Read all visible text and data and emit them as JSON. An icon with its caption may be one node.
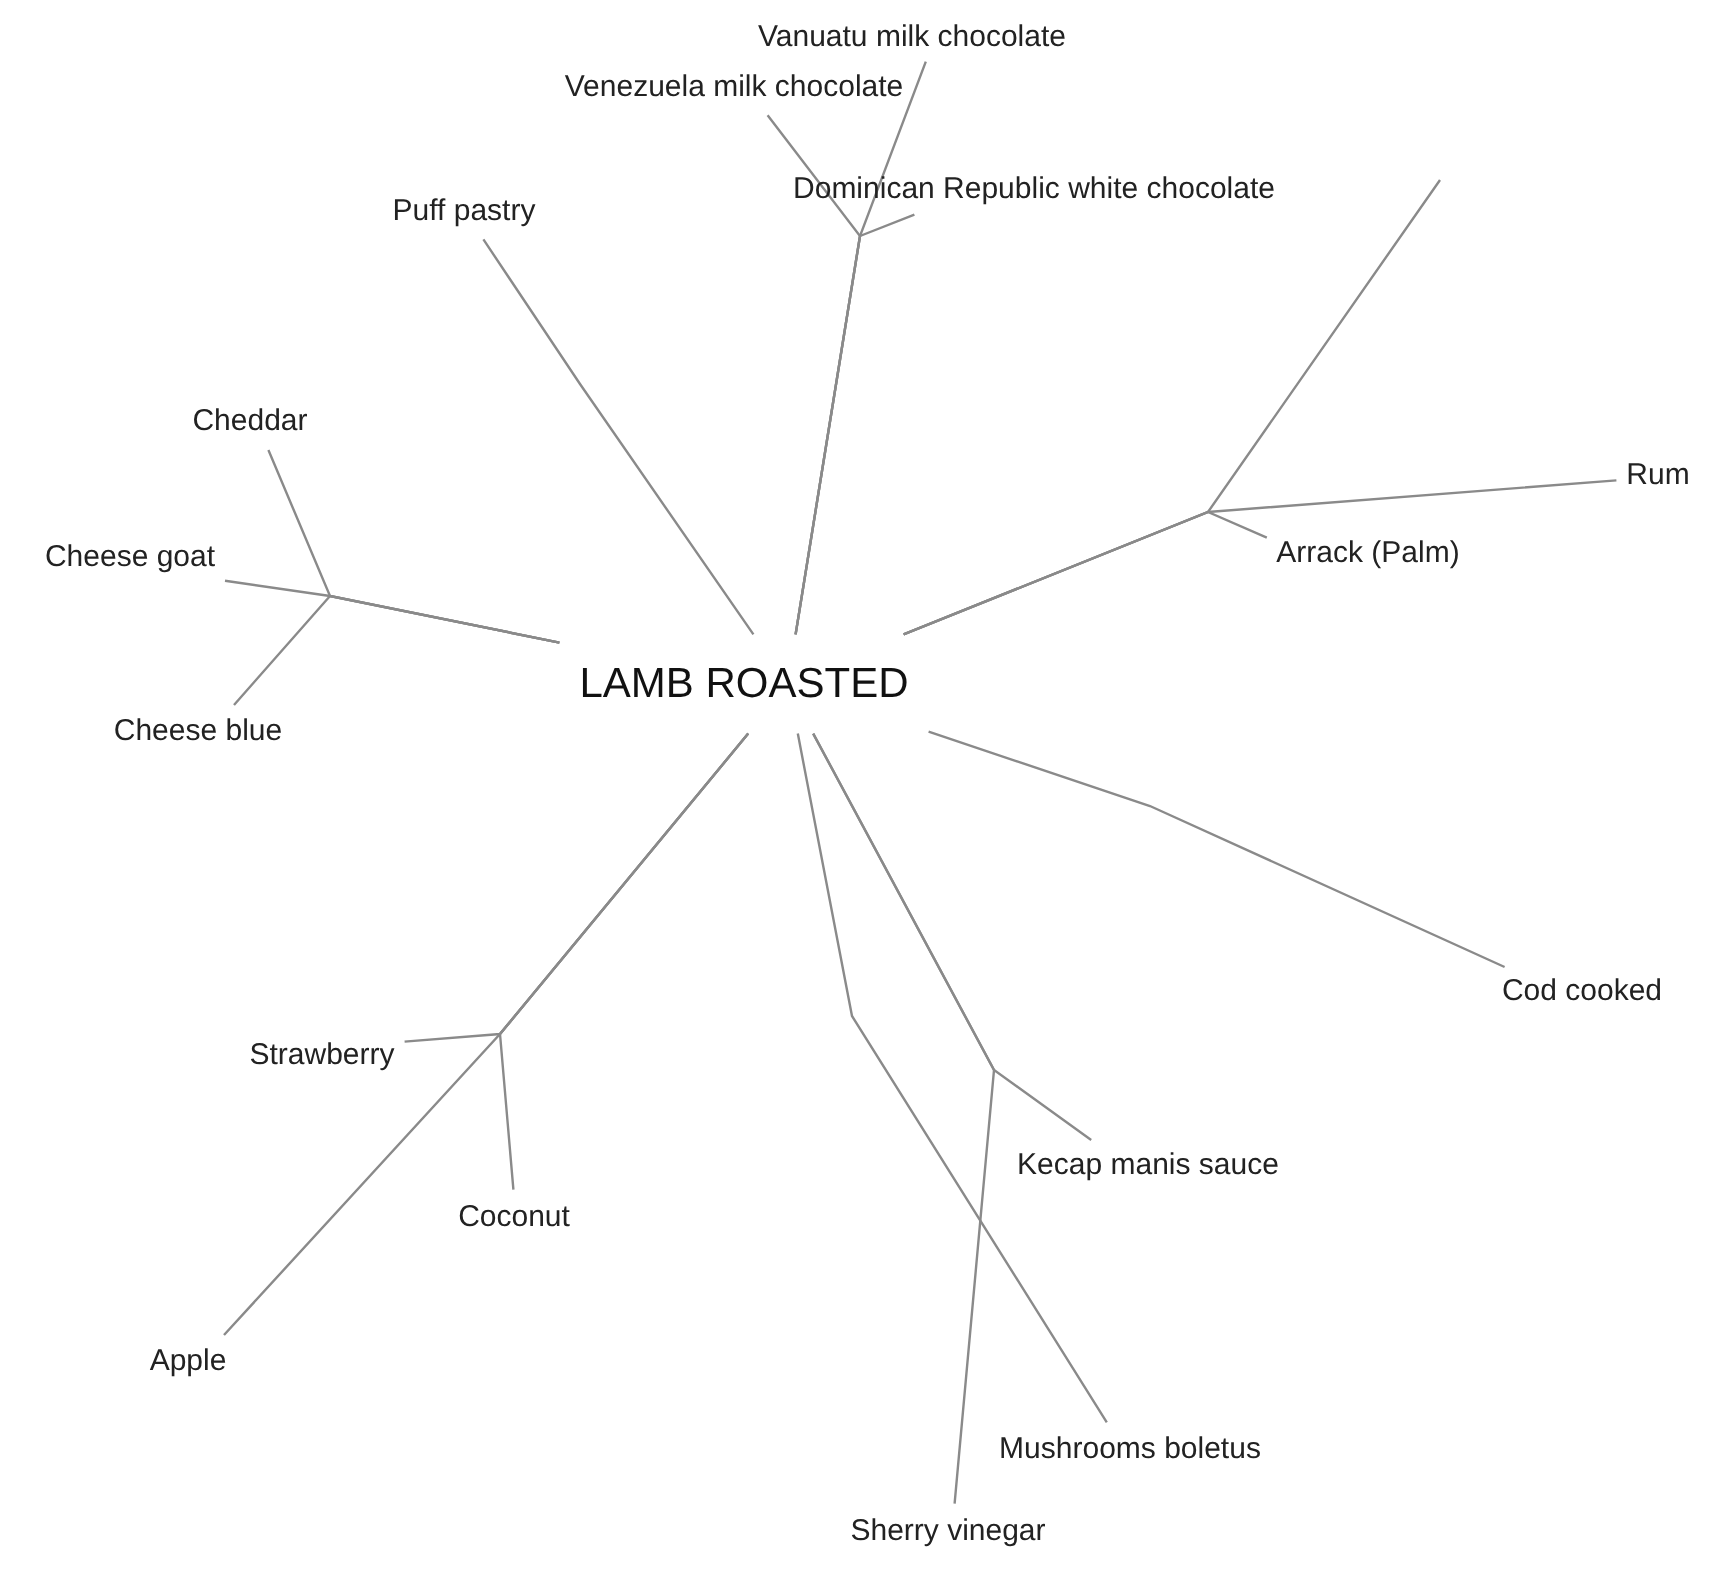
{
  "diagram": {
    "nodes": [
      {
        "text": [
          "LAMB ROASTED"
        ]
      },
      {
        "text": [
          "Vanuatu milk chocolate"
        ]
      },
      {
        "text": [
          "Venezuela milk chocolate"
        ]
      },
      {
        "text": [
          "Dominican Republic white chocolate"
        ]
      },
      {
        "text": [
          "Puff pastry"
        ]
      },
      {
        "text": [
          "Rum"
        ]
      },
      {
        "text": [
          "Cheddar"
        ]
      },
      {
        "text": [
          "Arrack (Palm)"
        ]
      },
      {
        "text": [
          "Cheese goat"
        ]
      },
      {
        "text": [
          "Cheese blue"
        ]
      },
      {
        "text": [
          "Cod cooked"
        ]
      },
      {
        "text": [
          "Strawberry"
        ]
      },
      {
        "text": [
          "Kecap manis sauce"
        ]
      },
      {
        "text": [
          "Coconut"
        ]
      },
      {
        "text": [
          "Apple"
        ]
      },
      {
        "text": [
          "Mushrooms boletus"
        ]
      },
      {
        "text": [
          "Sherry vinegar"
        ]
      }
    ],
    "edges": [
      {
        "from": 0,
        "to": 1,
        "arrow": "none"
      },
      {
        "from": 0,
        "to": 2,
        "arrow": "none"
      },
      {
        "from": 0,
        "to": 3,
        "arrow": "none"
      },
      {
        "from": 0,
        "to": null,
        "arrow": "none"
      },
      {
        "from": 0,
        "to": 5,
        "arrow": "none"
      },
      {
        "from": 0,
        "to": 7,
        "arrow": "none"
      },
      {
        "from": 0,
        "to": 4,
        "arrow": "none"
      },
      {
        "from": 0,
        "to": 6,
        "arrow": "none"
      },
      {
        "from": 0,
        "to": 8,
        "arrow": "none"
      },
      {
        "from": 0,
        "to": 9,
        "arrow": "none"
      },
      {
        "from": 0,
        "to": 10,
        "arrow": "none"
      },
      {
        "from": 0,
        "to": 11,
        "arrow": "none"
      },
      {
        "from": 0,
        "to": 13,
        "arrow": "none"
      },
      {
        "from": 0,
        "to": 14,
        "arrow": "none"
      },
      {
        "from": 0,
        "to": 12,
        "arrow": "none"
      },
      {
        "from": 0,
        "to": 16,
        "arrow": "none"
      },
      {
        "from": 0,
        "to": 15,
        "arrow": "none"
      }
    ]
  }
}
